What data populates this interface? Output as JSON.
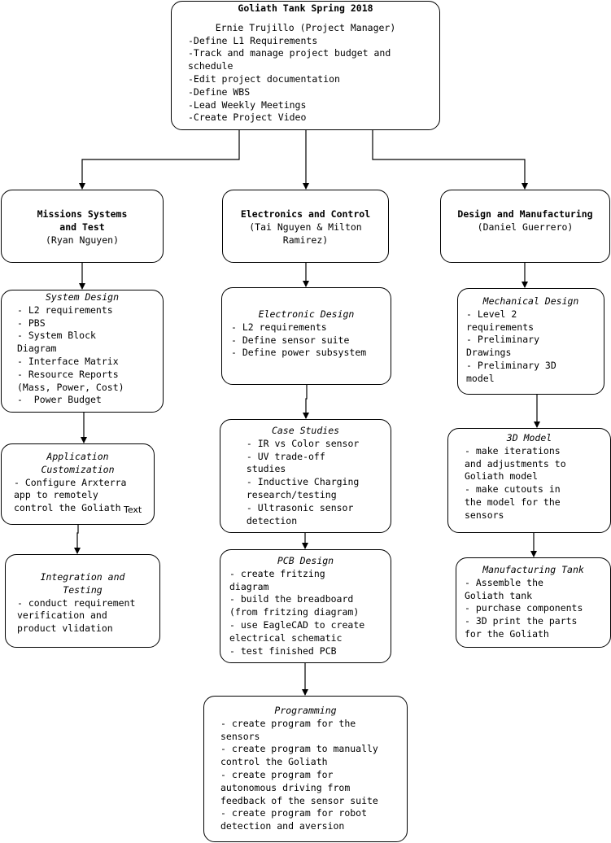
{
  "top": {
    "title": "Goliath Tank Spring 2018",
    "lead": "Ernie Trujillo (Project Manager)",
    "items": [
      "-Define L1 Requirements",
      "-Track and manage project budget and",
      "schedule",
      "-Edit project documentation",
      "-Define WBS",
      "-Lead Weekly Meetings",
      "-Create Project Video"
    ]
  },
  "teams": {
    "mst": {
      "title1": "Missions Systems",
      "title2": "and Test",
      "lead": "(Ryan Nguyen)"
    },
    "ec": {
      "title": "Electronics and Control",
      "lead1": "(Tai Nguyen & Milton",
      "lead2": "Ramirez)"
    },
    "dm": {
      "title": "Design and Manufacturing",
      "lead": "(Daniel Guerrero)"
    }
  },
  "tasks": {
    "system_design": {
      "title": "System Design",
      "items": [
        "- L2 requirements",
        "- PBS",
        "- System Block",
        "Diagram",
        "- Interface Matrix",
        "- Resource Reports",
        "(Mass, Power, Cost)",
        "-  Power Budget"
      ]
    },
    "app_custom": {
      "title1": "Application",
      "title2": "Customization",
      "items": [
        "- Configure Arxterra",
        "app to remotely",
        "control the Goliath"
      ]
    },
    "integration": {
      "title1": "Integration and",
      "title2": "Testing",
      "items": [
        "- conduct requirement",
        "verification and",
        "product vlidation"
      ]
    },
    "electronic_design": {
      "title": "Electronic Design",
      "items": [
        "- L2 requirements",
        "- Define sensor suite",
        "- Define power subsystem"
      ]
    },
    "case_studies": {
      "title": "Case Studies",
      "items": [
        "  - IR vs Color sensor",
        "  - UV trade-off",
        "  studies",
        "  - Inductive Charging",
        "  research/testing",
        "  - Ultrasonic sensor",
        "  detection"
      ]
    },
    "pcb_design": {
      "title": "PCB Design",
      "items": [
        "- create fritzing",
        "diagram",
        "- build the breadboard",
        "(from fritzing diagram)",
        "- use EagleCAD to create",
        "electrical schematic",
        "- test finished PCB"
      ]
    },
    "programming": {
      "title": "Programming",
      "items": [
        "- create program for the",
        "sensors",
        "- create program to manually",
        "control the Goliath",
        "- create program for",
        "autonomous driving from",
        "feedback of the sensor suite",
        "- create program for robot",
        "detection and aversion"
      ]
    },
    "mech_design": {
      "title": "Mechanical Design",
      "items": [
        "- Level 2",
        "requirements",
        "- Preliminary",
        "Drawings",
        "- Preliminary 3D",
        "model"
      ]
    },
    "model_3d": {
      "title": "3D Model",
      "items": [
        "- make iterations",
        "and adjustments to",
        "Goliath model",
        "- make cutouts in",
        "the model for the",
        "sensors"
      ]
    },
    "manufacturing": {
      "title": "Manufacturing Tank",
      "items": [
        "- Assemble the",
        "Goliath tank",
        "- purchase components",
        "- 3D print the parts",
        "for the Goliath"
      ]
    }
  },
  "stray_label": "Text"
}
